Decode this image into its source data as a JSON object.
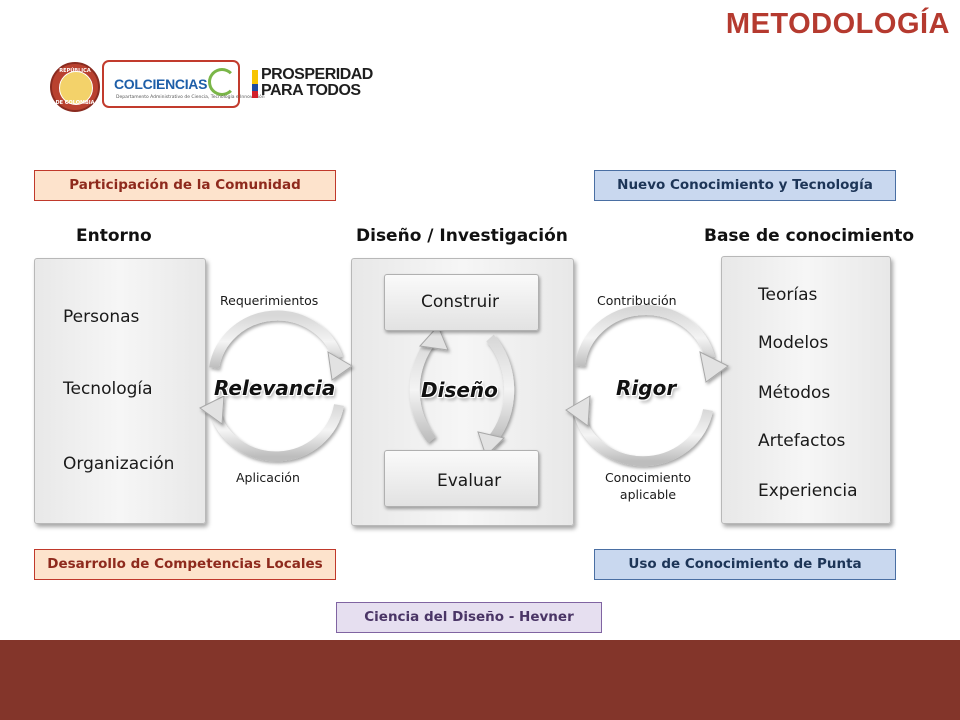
{
  "title": "METODOLOGÍA",
  "logos": {
    "seal_top": "REPÚBLICA",
    "seal_bottom": "DE COLOMBIA",
    "colciencias_name": "COLCIENCIAS",
    "colciencias_sub": "Departamento Administrativo de Ciencia, Tecnología e Innovación",
    "prosperidad_line1": "PROSPERIDAD",
    "prosperidad_line2": "PARA TODOS"
  },
  "tags": {
    "top_left": "Participación de la Comunidad",
    "top_right": "Nuevo Conocimiento y Tecnología",
    "bottom_left": "Desarrollo de Competencias Locales",
    "bottom_right": "Uso de Conocimiento de Punta",
    "bottom_center": "Ciencia del Diseño - Hevner"
  },
  "headers": {
    "left": "Entorno",
    "center": "Diseño / Investigación",
    "right": "Base de conocimiento"
  },
  "entorno_items": [
    "Personas",
    "Tecnología",
    "Organización"
  ],
  "base_items": [
    "Teorías",
    "Modelos",
    "Métodos",
    "Artefactos",
    "Experiencia"
  ],
  "design": {
    "build": "Construir",
    "evaluate": "Evaluar",
    "cycle": "Diseño"
  },
  "relevance": {
    "label": "Relevancia",
    "top": "Requerimientos",
    "bottom": "Aplicación"
  },
  "rigor": {
    "label": "Rigor",
    "top": "Contribución",
    "bottom_line1": "Conocimiento",
    "bottom_line2": "aplicable"
  },
  "colors": {
    "title": "#b53a2f",
    "footer": "#83352a",
    "tag_orange_bg": "#fde3cc",
    "tag_blue_bg": "#c9d8ef",
    "tag_purple_bg": "#e6dff0"
  }
}
